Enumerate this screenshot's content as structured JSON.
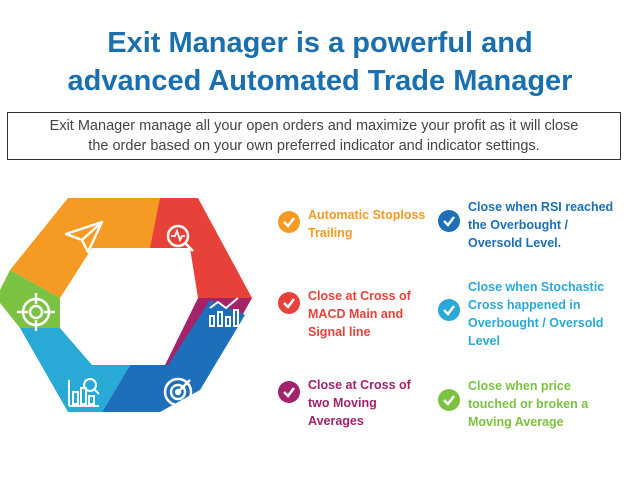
{
  "title": {
    "line1": "Exit Manager is a powerful and",
    "line2": "advanced Automated Trade Manager"
  },
  "description": {
    "line1": "Exit Manager manage all your open orders and maximize your profit as it will close",
    "line2": "the order based on your own preferred indicator and indicator settings."
  },
  "hexagon": {
    "segments": [
      {
        "color": "#f59a23",
        "icon": "paper-plane-icon"
      },
      {
        "color": "#e8413a",
        "icon": "magnifier-chart-icon"
      },
      {
        "color": "#a3226a",
        "icon": "bar-chart-trend-icon"
      },
      {
        "color": "#1c6fb8",
        "icon": "target-arrow-icon"
      },
      {
        "color": "#29a9d6",
        "icon": "analytics-search-icon"
      },
      {
        "color": "#7cc242",
        "icon": "crosshair-icon"
      }
    ]
  },
  "features": [
    {
      "color": "#f59a23",
      "lines": [
        "Automatic Stoploss",
        "Trailing"
      ]
    },
    {
      "color": "#e8413a",
      "lines": [
        "Close at Cross of",
        "MACD Main and",
        "Signal line"
      ]
    },
    {
      "color": "#a3226a",
      "lines": [
        "Close at Cross of",
        "two Moving",
        "Averages"
      ]
    },
    {
      "color": "#1c6fb8",
      "lines": [
        "Close when RSI reached",
        "the Overbought /",
        "Oversold  Level."
      ]
    },
    {
      "color": "#29a9d6",
      "lines": [
        "Close when Stochastic",
        "Cross happened in",
        "Overbought / Oversold",
        "Level"
      ]
    },
    {
      "color": "#7cc242",
      "lines": [
        "Close when price",
        "touched or broken a",
        "Moving Average"
      ]
    }
  ]
}
